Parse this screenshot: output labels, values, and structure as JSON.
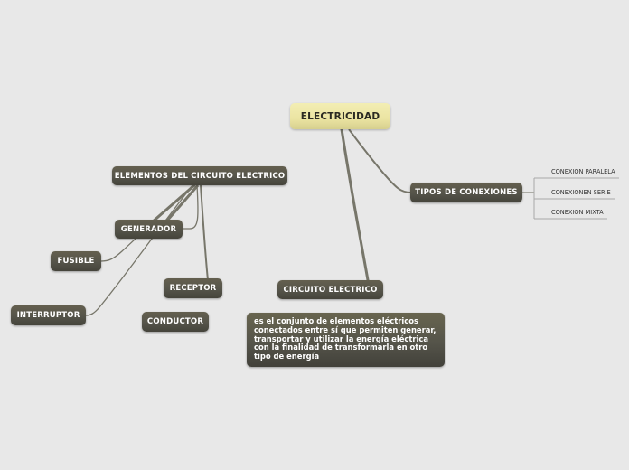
{
  "mindmap": {
    "root": {
      "label": "ELECTRICIDAD"
    },
    "branches": {
      "elementos": {
        "label": "ELEMENTOS DEL CIRCUITO ELECTRICO",
        "children": {
          "generador": "GENERADOR",
          "fusible": "FUSIBLE",
          "interruptor": "INTERRUPTOR",
          "receptor": "RECEPTOR",
          "conductor": "CONDUCTOR"
        }
      },
      "tipos": {
        "label": "TIPOS DE CONEXIONES",
        "children": [
          "CONEXION PARALELA",
          "CONEXIONEN SERIE",
          "CONEXION MIXTA"
        ]
      },
      "circuito": {
        "label": "CIRCUITO ELECTRICO",
        "note": "es el conjunto de elementos eléctricos conectados entre sí que permiten generar, transportar y utilizar la energía eléctrica con la finalidad de transformarla en otro tipo de energía"
      }
    },
    "colors": {
      "background": "#e8e8e8",
      "root_fill": "#ebe4a2",
      "node_fill": "#55544a",
      "link": "#77766a",
      "leaf_line": "#a8a8a8"
    }
  }
}
